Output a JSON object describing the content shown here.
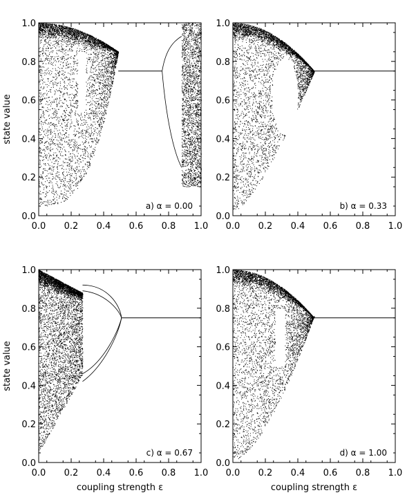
{
  "figure": {
    "ylabel": "state value",
    "xlabel": "coupling strength ε"
  },
  "chart_data": [
    {
      "panel": "a",
      "type": "scatter",
      "label": "a)  α =  0.00",
      "alpha": 0.0,
      "xlim": [
        0,
        1
      ],
      "ylim": [
        0,
        1
      ],
      "xticks": [
        "0.0",
        "0.2",
        "0.4",
        "0.6",
        "0.8",
        "1.0"
      ],
      "yticks": [
        "0.0",
        "0.2",
        "0.4",
        "0.6",
        "0.8",
        "1.0"
      ],
      "show_ylabel": true,
      "show_xlabel": false,
      "fixed_point": {
        "y": 0.75,
        "x_from": 0.49,
        "x_to": 0.76
      }
    },
    {
      "panel": "b",
      "type": "scatter",
      "label": "b)  α =  0.33",
      "alpha": 0.33,
      "xlim": [
        0,
        1
      ],
      "ylim": [
        0,
        1
      ],
      "xticks": [
        "0.0",
        "0.2",
        "0.4",
        "0.6",
        "0.8",
        "1.0"
      ],
      "yticks": [
        "0.0",
        "0.2",
        "0.4",
        "0.6",
        "0.8",
        "1.0"
      ],
      "show_ylabel": false,
      "show_xlabel": false,
      "fixed_point": {
        "y": 0.75,
        "x_from": 0.5,
        "x_to": 1.0
      }
    },
    {
      "panel": "c",
      "type": "scatter",
      "label": "c)  α =  0.67",
      "alpha": 0.67,
      "xlim": [
        0,
        1
      ],
      "ylim": [
        0,
        1
      ],
      "xticks": [
        "0.0",
        "0.2",
        "0.4",
        "0.6",
        "0.8",
        "1.0"
      ],
      "yticks": [
        "0.0",
        "0.2",
        "0.4",
        "0.6",
        "0.8",
        "1.0"
      ],
      "show_ylabel": true,
      "show_xlabel": true,
      "fixed_point": {
        "y": 0.75,
        "x_from": 0.51,
        "x_to": 1.0
      }
    },
    {
      "panel": "d",
      "type": "scatter",
      "label": "d)  α =  1.00",
      "alpha": 1.0,
      "xlim": [
        0,
        1
      ],
      "ylim": [
        0,
        1
      ],
      "xticks": [
        "0.0",
        "0.2",
        "0.4",
        "0.6",
        "0.8",
        "1.0"
      ],
      "yticks": [
        "0.0",
        "0.2",
        "0.4",
        "0.6",
        "0.8",
        "1.0"
      ],
      "show_ylabel": false,
      "show_xlabel": true,
      "fixed_point": {
        "y": 0.75,
        "x_from": 0.5,
        "x_to": 1.0
      }
    }
  ]
}
